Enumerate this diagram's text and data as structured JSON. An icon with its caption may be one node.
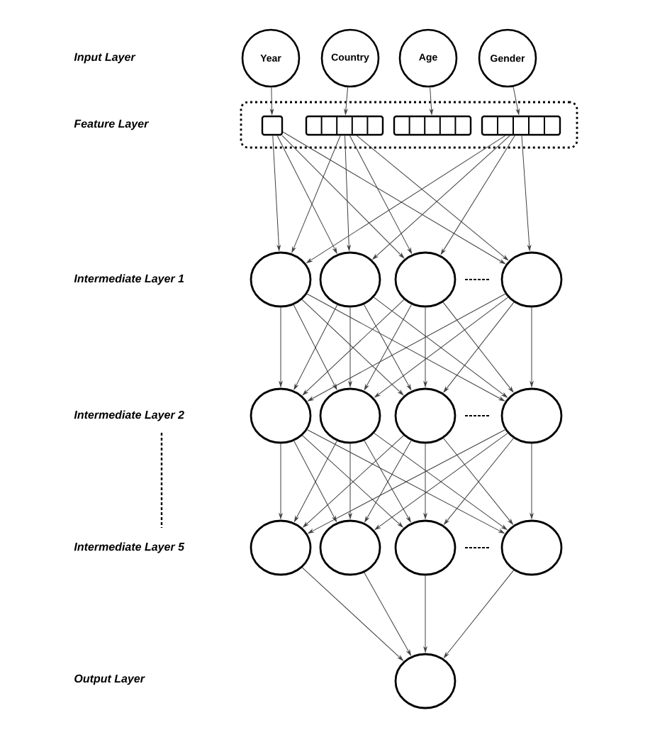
{
  "diagram": {
    "nodes": [
      {
        "text": [
          "Year"
        ]
      },
      {
        "text": [
          "Country"
        ]
      },
      {
        "text": [
          "Age"
        ]
      },
      {
        "text": [
          "Gender"
        ]
      },
      {
        "text": [],
        "shape": "box"
      },
      {
        "text": [],
        "shape": "bar",
        "in": 4
      },
      {
        "text": [],
        "shape": "bar",
        "in": 4
      },
      {
        "text": [],
        "shape": "bar",
        "in": 4
      },
      {
        "text": [],
        "shape": "bar",
        "in": 4
      },
      {
        "text": [],
        "shape": "circle"
      },
      {
        "text": [],
        "shape": "circle"
      },
      {
        "text": [],
        "shape": "circle"
      },
      {
        "text": [],
        "shape": "circle"
      },
      {
        "text": [],
        "shape": "circle"
      },
      {
        "text": [],
        "shape": "circle"
      },
      {
        "text": [],
        "shape": "circle"
      },
      {
        "text": [],
        "shape": "circle"
      },
      {
        "text": [],
        "shape": "circle"
      },
      {
        "text": [],
        "shape": "circle"
      },
      {
        "text": [],
        "shape": "circle"
      },
      {
        "text": [],
        "shape": "circle"
      },
      {
        "text": [],
        "shape": "circle"
      }
    ],
    "edges": [
      {
        "from": 0,
        "to": 5,
        "arrow": "to"
      },
      {
        "from": 1,
        "to": 6,
        "arrow": "to"
      },
      {
        "from": 2,
        "to": 7,
        "arrow": "to"
      },
      {
        "from": 3,
        "to": 8,
        "arrow": "to"
      },
      {
        "from": 5,
        "to": 9,
        "arrow": "to"
      },
      {
        "from": 5,
        "to": 10,
        "arrow": "to"
      },
      {
        "from": 5,
        "to": 11,
        "arrow": "to"
      },
      {
        "from": 5,
        "to": 12,
        "arrow": "to"
      },
      {
        "from": 6,
        "to": 9,
        "arrow": "to"
      },
      {
        "from": 6,
        "to": 10,
        "arrow": "to"
      },
      {
        "from": 6,
        "to": 11,
        "arrow": "to"
      },
      {
        "from": 6,
        "to": 12,
        "arrow": "to"
      },
      {
        "from": 8,
        "to": 9,
        "arrow": "to"
      },
      {
        "from": 8,
        "to": 10,
        "arrow": "to"
      },
      {
        "from": 8,
        "to": 11,
        "arrow": "to"
      },
      {
        "from": 8,
        "to": 12,
        "arrow": "to"
      },
      {
        "from": 9,
        "to": 13,
        "arrow": "to"
      },
      {
        "from": 9,
        "to": 14,
        "arrow": "to"
      },
      {
        "from": 9,
        "to": 15,
        "arrow": "to"
      },
      {
        "from": 9,
        "to": 16,
        "arrow": "to"
      },
      {
        "from": 10,
        "to": 13,
        "arrow": "to"
      },
      {
        "from": 10,
        "to": 14,
        "arrow": "to"
      },
      {
        "from": 10,
        "to": 15,
        "arrow": "to"
      },
      {
        "from": 10,
        "to": 16,
        "arrow": "to"
      },
      {
        "from": 11,
        "to": 13,
        "arrow": "to"
      },
      {
        "from": 11,
        "to": 14,
        "arrow": "to"
      },
      {
        "from": 11,
        "to": 15,
        "arrow": "to"
      },
      {
        "from": 11,
        "to": 16,
        "arrow": "to"
      },
      {
        "from": 12,
        "to": 13,
        "arrow": "to"
      },
      {
        "from": 12,
        "to": 14,
        "arrow": "to"
      },
      {
        "from": 12,
        "to": 15,
        "arrow": "to"
      },
      {
        "from": 12,
        "to": 16,
        "arrow": "to"
      },
      {
        "from": 13,
        "to": 17,
        "arrow": "to"
      },
      {
        "from": 13,
        "to": 18,
        "arrow": "to"
      },
      {
        "from": 13,
        "to": 19,
        "arrow": "to"
      },
      {
        "from": 13,
        "to": 20,
        "arrow": "to"
      },
      {
        "from": 14,
        "to": 17,
        "arrow": "to"
      },
      {
        "from": 14,
        "to": 18,
        "arrow": "to"
      },
      {
        "from": 14,
        "to": 19,
        "arrow": "to"
      },
      {
        "from": 14,
        "to": 20,
        "arrow": "to"
      },
      {
        "from": 15,
        "to": 17,
        "arrow": "to"
      },
      {
        "from": 15,
        "to": 18,
        "arrow": "to"
      },
      {
        "from": 15,
        "to": 19,
        "arrow": "to"
      },
      {
        "from": 15,
        "to": 20,
        "arrow": "to"
      },
      {
        "from": 16,
        "to": 17,
        "arrow": "to"
      },
      {
        "from": 16,
        "to": 18,
        "arrow": "to"
      },
      {
        "from": 16,
        "to": 19,
        "arrow": "to"
      },
      {
        "from": 16,
        "to": 20,
        "arrow": "to"
      },
      {
        "from": 17,
        "to": 21,
        "arrow": "to"
      },
      {
        "from": 18,
        "to": 21,
        "arrow": "to"
      },
      {
        "from": 19,
        "to": 21,
        "arrow": "to"
      },
      {
        "from": 20,
        "to": 21,
        "arrow": "to"
      }
    ],
    "labels": [
      "Input Layer",
      "Feature Layer",
      "Intermediate Layer 1",
      "Intermediate Layer 2",
      "Intermediate Layer 5",
      "Output Layer"
    ]
  }
}
